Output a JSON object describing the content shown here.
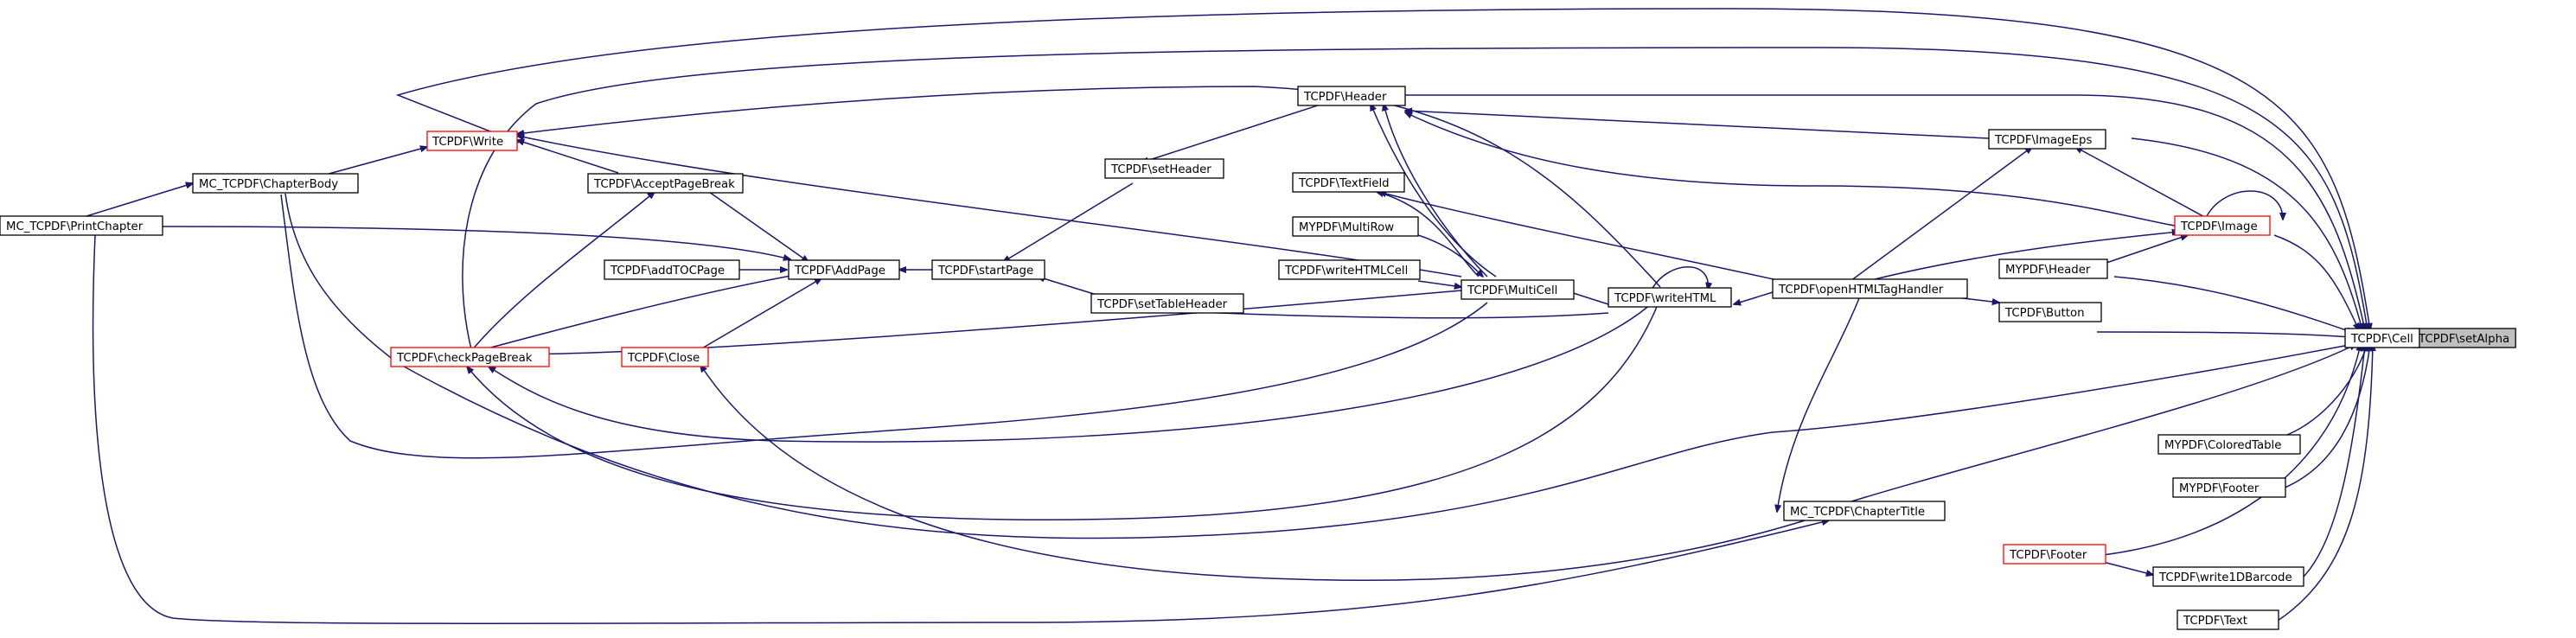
{
  "graph": {
    "nodes": {
      "setAlpha": "TCPDF\\setAlpha",
      "cell": "TCPDF\\Cell",
      "write": "TCPDF\\Write",
      "chapterBody": "MC_TCPDF\\ChapterBody",
      "printChapter": "MC_TCPDF\\PrintChapter",
      "acceptPageBreak": "TCPDF\\AcceptPageBreak",
      "addTOCPage": "TCPDF\\addTOCPage",
      "checkPageBreak": "TCPDF\\checkPageBreak",
      "close": "TCPDF\\Close",
      "addPage": "TCPDF\\AddPage",
      "setHeader": "TCPDF\\setHeader",
      "startPage": "TCPDF\\startPage",
      "setTableHeader": "TCPDF\\setTableHeader",
      "header": "TCPDF\\Header",
      "textField": "TCPDF\\TextField",
      "multiRow": "MYPDF\\MultiRow",
      "writeHTMLCell": "TCPDF\\writeHTMLCell",
      "multiCell": "TCPDF\\MultiCell",
      "writeHTML": "TCPDF\\writeHTML",
      "openHTMLTagHandler": "TCPDF\\openHTMLTagHandler",
      "chapterTitle": "MC_TCPDF\\ChapterTitle",
      "imageEps": "TCPDF\\ImageEps",
      "image": "TCPDF\\Image",
      "mypdfHeader": "MYPDF\\Header",
      "button": "TCPDF\\Button",
      "coloredTable": "MYPDF\\ColoredTable",
      "mypdfFooter": "MYPDF\\Footer",
      "footer": "TCPDF\\Footer",
      "write1DBarcode": "TCPDF\\write1DBarcode",
      "text": "TCPDF\\Text"
    },
    "colors": {
      "edge": "#191970",
      "focus_fill": "#bfbfbf",
      "truncated_border": "#ff0000",
      "normal_border": "#000000"
    }
  }
}
